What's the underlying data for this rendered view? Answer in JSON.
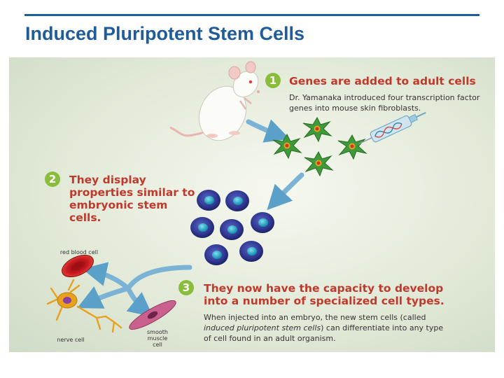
{
  "slide": {
    "title": "Induced Pluripotent Stem Cells"
  },
  "steps": [
    {
      "number": "1",
      "title": "Genes are added to adult cells",
      "description": "Dr. Yamanaka introduced four transcription factor genes into mouse skin fibroblasts."
    },
    {
      "number": "2",
      "title": "They display properties similar to embryonic stem cells.",
      "description": ""
    },
    {
      "number": "3",
      "title": "They now have the capacity to develop into a number of specialized cell types.",
      "description_before": "When injected into an embryo, the new stem cells (called ",
      "description_em": "induced pluripotent stem cells",
      "description_after": ") can differentiate into any type of cell found in an adult organism."
    }
  ],
  "cell_types": {
    "red_blood": "red blood cell",
    "nerve": "nerve cell",
    "smooth_muscle": "smooth muscle cell"
  },
  "colors": {
    "title": "#1f5c99",
    "step_badge": "#8bbd3c",
    "step_title": "#c0392b",
    "fibroblast": "#3f9a3a",
    "stem_cell": "#2c3a8c",
    "red_blood_cell": "#c8191f"
  }
}
